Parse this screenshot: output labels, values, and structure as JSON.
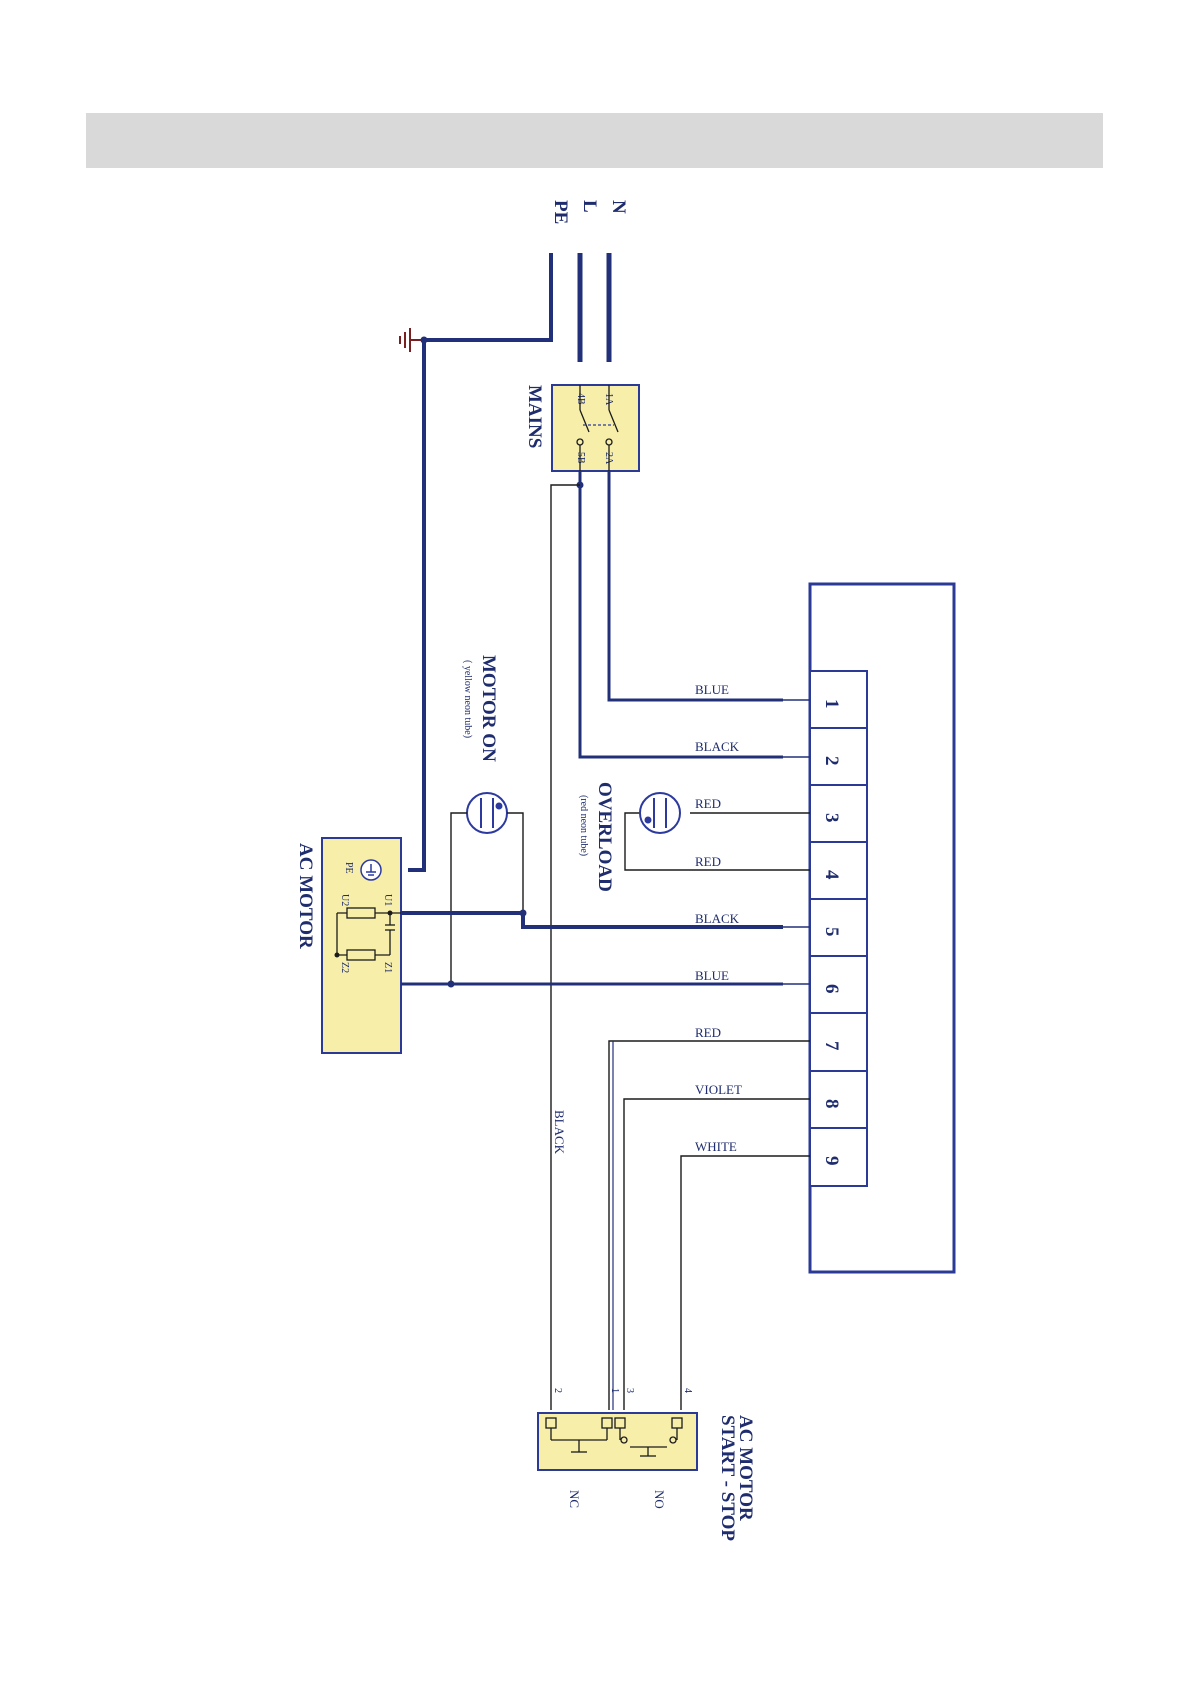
{
  "supply": {
    "n": "N",
    "l": "L",
    "pe": "PE"
  },
  "mains": {
    "title": "MAINS",
    "t1a": "1A",
    "t2a": "2A",
    "t4b": "4B",
    "t5b": "5B"
  },
  "terminal_block": {
    "numbers": [
      "1",
      "2",
      "3",
      "4",
      "5",
      "6",
      "7",
      "8",
      "9"
    ]
  },
  "wires": {
    "w1": "BLUE",
    "w2": "BLACK",
    "w3": "RED",
    "w4": "RED",
    "w5": "BLACK",
    "w6": "BLUE",
    "w7": "RED",
    "w8": "VIOLET",
    "w9": "WHITE",
    "switch_feed": "BLACK"
  },
  "overload": {
    "title": "OVERLOAD",
    "subtitle": "(red neon tube)"
  },
  "motor_on": {
    "title": "MOTOR ON",
    "subtitle": "( yellow neon tube)"
  },
  "ac_motor": {
    "title": "AC MOTOR",
    "u1": "U1",
    "u2": "U2",
    "z1": "Z1",
    "z2": "Z2",
    "pe": "PE"
  },
  "start_stop": {
    "title1": "AC MOTOR",
    "title2": "START - STOP",
    "nc": "NC",
    "no": "NO",
    "p2": "2",
    "p1": "1",
    "p3": "3",
    "p4": "4"
  },
  "colors": {
    "wire": "#22307a",
    "box_fill": "#f7eeaa",
    "header_band": "#d9d9d9"
  }
}
